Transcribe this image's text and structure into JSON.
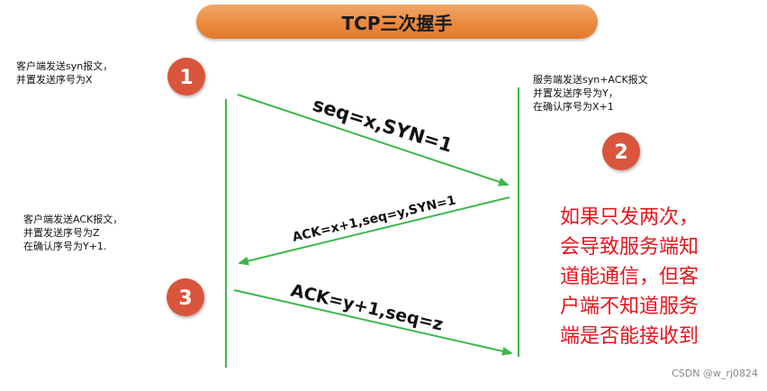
{
  "title": "TCP三次握手",
  "steps": [
    {
      "number": "1",
      "side_note": [
        "客户端发送syn报文，",
        "并置发送序号为X"
      ],
      "arrow_label": "seq=x,SYN=1"
    },
    {
      "number": "2",
      "side_note": [
        "服务端发送syn+ACK报文",
        "并置发送序号为Y，",
        "在确认序号为X+1"
      ],
      "arrow_label": "ACK=x+1,seq=y,SYN=1"
    },
    {
      "number": "3",
      "side_note": [
        "客户端发送ACK报文，",
        "并置发送序号为Z",
        "在确认序号为Y+1."
      ],
      "arrow_label": "ACK=y+1,seq=z"
    }
  ],
  "red_note": "如果只发两次，\n会导致服务端知\n道能通信，但客\n户端不知道服务\n端是否能接收到",
  "watermark": "CSDN @w_rj0824",
  "colors": {
    "title_bg": "#ea8a3f",
    "badge": "#d9553a",
    "line": "#3cb84a",
    "red_text": "#e8141c"
  }
}
